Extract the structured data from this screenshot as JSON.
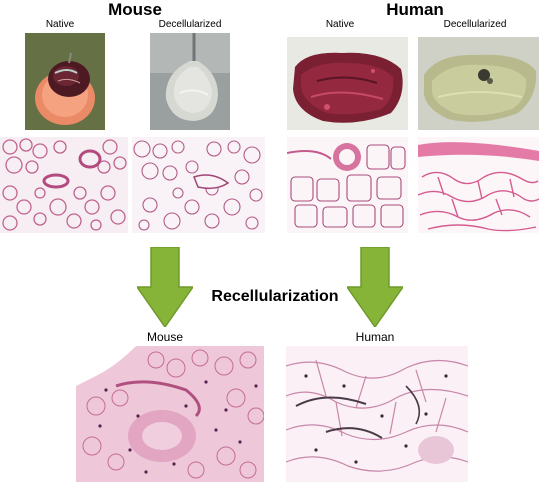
{
  "header": {
    "mouse_title": "Mouse",
    "human_title": "Human"
  },
  "columns": {
    "mouse_native": "Native",
    "mouse_decell": "Decellularized",
    "human_native": "Native",
    "human_decell": "Decellularized"
  },
  "process": {
    "label": "Recellularization"
  },
  "results": {
    "mouse_label": "Mouse",
    "human_label": "Human"
  },
  "colors": {
    "arrow_green": "#86b438",
    "arrow_edge": "#6f9a2a",
    "stain_pink": "#c9578f",
    "stain_light": "#f3dcea",
    "tissue_red": "#7d1a2c",
    "decell_gray": "#c8c9c3"
  }
}
